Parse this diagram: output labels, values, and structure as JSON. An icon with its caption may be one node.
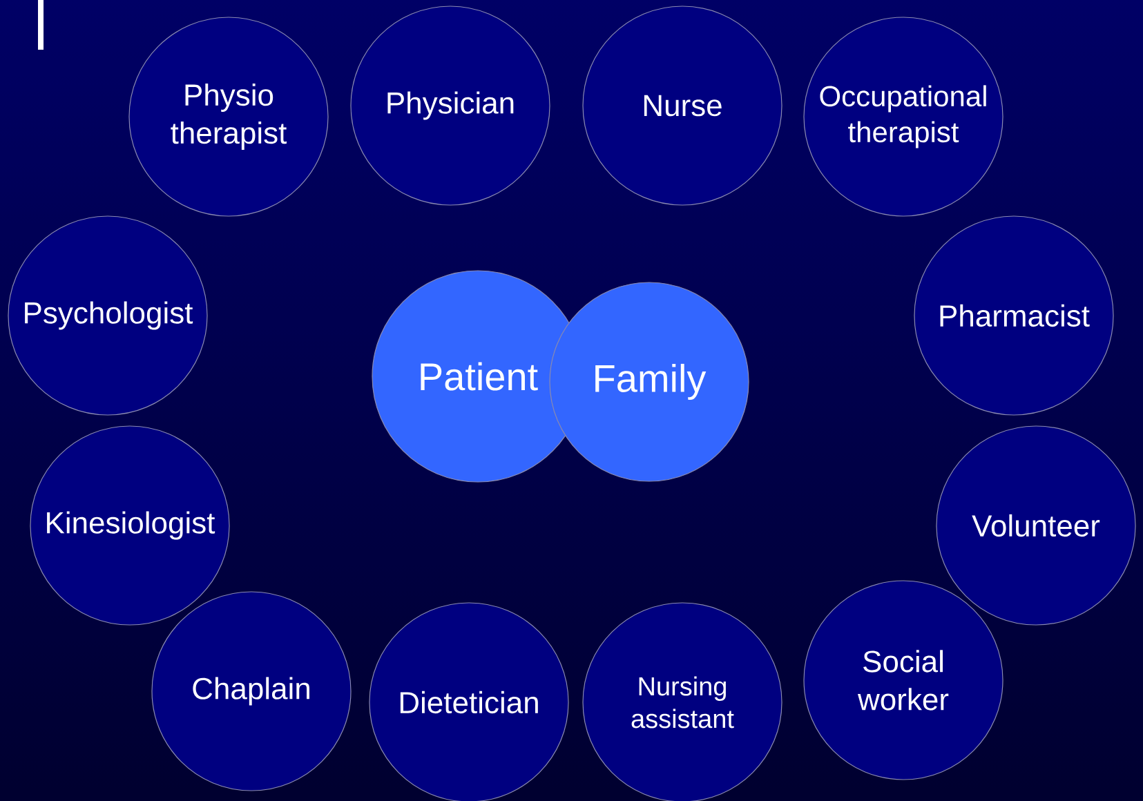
{
  "diagram": {
    "nodes": [
      {
        "text": [
          "Physio therapist"
        ]
      },
      {
        "text": [
          "Physician"
        ]
      },
      {
        "text": [
          "Nurse"
        ]
      },
      {
        "text": [
          "Occupational therapist"
        ]
      },
      {
        "text": [
          "Psychologist"
        ]
      },
      {
        "text": [
          "Pharmacist"
        ]
      },
      {
        "text": [
          "Patient"
        ]
      },
      {
        "text": [
          "Family"
        ]
      },
      {
        "text": [
          "Kinesiologist"
        ]
      },
      {
        "text": [
          "Volunteer"
        ]
      },
      {
        "text": [
          "Social worker"
        ]
      },
      {
        "text": [
          "Chaplain"
        ]
      },
      {
        "text": [
          "Dietetician"
        ]
      },
      {
        "text": [
          "Nursing assistant"
        ]
      }
    ]
  }
}
